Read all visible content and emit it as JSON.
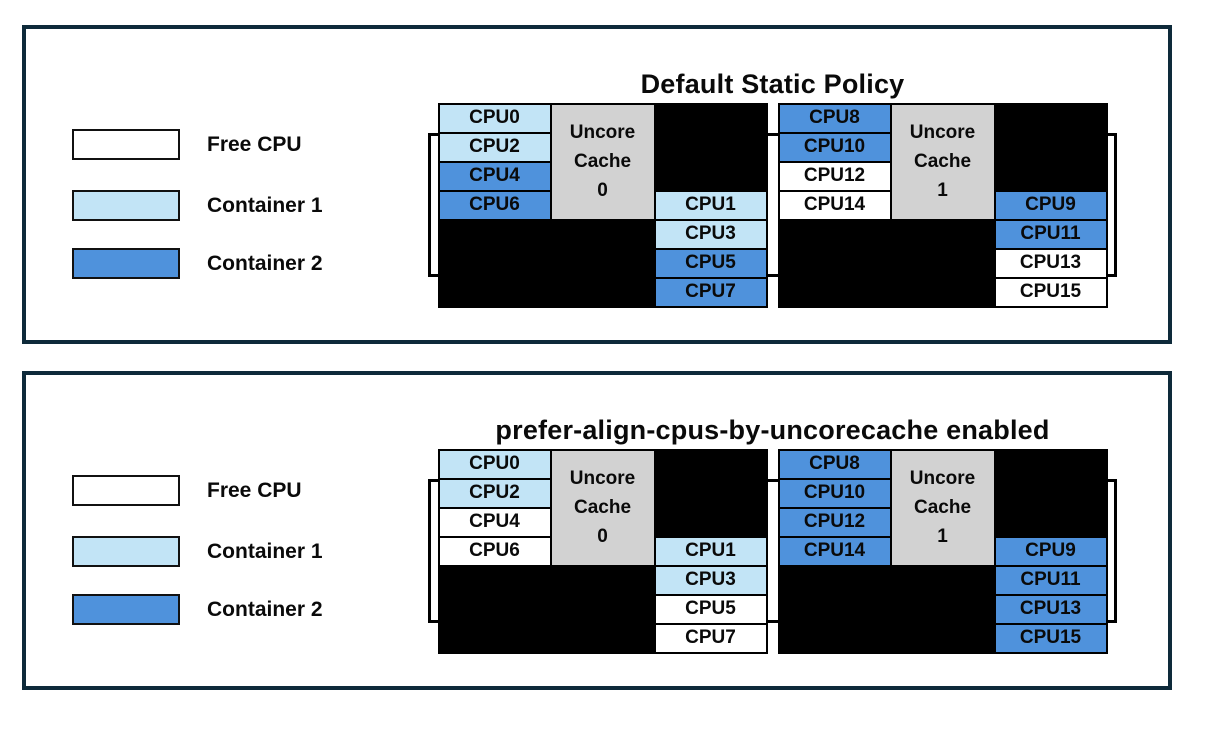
{
  "colors": {
    "free_cpu": "#ffffff",
    "container1": "#c2e4f6",
    "container2": "#4f92dc",
    "uncore_cache": "#d2d2d2",
    "panel_border": "#0e2a3a",
    "cell_border": "#000000"
  },
  "legend": {
    "items": [
      {
        "label": "Free CPU",
        "state": "free_cpu"
      },
      {
        "label": "Container 1",
        "state": "container1"
      },
      {
        "label": "Container 2",
        "state": "container2"
      }
    ]
  },
  "panels": [
    {
      "title": "Default Static Policy",
      "cache_groups": [
        {
          "cache_label": "Uncore\nCache\n0",
          "left_cpus": [
            {
              "label": "CPU0",
              "state": "container1"
            },
            {
              "label": "CPU2",
              "state": "container1"
            },
            {
              "label": "CPU4",
              "state": "container2"
            },
            {
              "label": "CPU6",
              "state": "container2"
            }
          ],
          "right_cpus": [
            {
              "label": "CPU1",
              "state": "container1"
            },
            {
              "label": "CPU3",
              "state": "container1"
            },
            {
              "label": "CPU5",
              "state": "container2"
            },
            {
              "label": "CPU7",
              "state": "container2"
            }
          ]
        },
        {
          "cache_label": "Uncore\nCache\n1",
          "left_cpus": [
            {
              "label": "CPU8",
              "state": "container2"
            },
            {
              "label": "CPU10",
              "state": "container2"
            },
            {
              "label": "CPU12",
              "state": "free_cpu"
            },
            {
              "label": "CPU14",
              "state": "free_cpu"
            }
          ],
          "right_cpus": [
            {
              "label": "CPU9",
              "state": "container2"
            },
            {
              "label": "CPU11",
              "state": "container2"
            },
            {
              "label": "CPU13",
              "state": "free_cpu"
            },
            {
              "label": "CPU15",
              "state": "free_cpu"
            }
          ]
        }
      ]
    },
    {
      "title": "prefer-align-cpus-by-uncorecache enabled",
      "cache_groups": [
        {
          "cache_label": "Uncore\nCache\n0",
          "left_cpus": [
            {
              "label": "CPU0",
              "state": "container1"
            },
            {
              "label": "CPU2",
              "state": "container1"
            },
            {
              "label": "CPU4",
              "state": "free_cpu"
            },
            {
              "label": "CPU6",
              "state": "free_cpu"
            }
          ],
          "right_cpus": [
            {
              "label": "CPU1",
              "state": "container1"
            },
            {
              "label": "CPU3",
              "state": "container1"
            },
            {
              "label": "CPU5",
              "state": "free_cpu"
            },
            {
              "label": "CPU7",
              "state": "free_cpu"
            }
          ]
        },
        {
          "cache_label": "Uncore\nCache\n1",
          "left_cpus": [
            {
              "label": "CPU8",
              "state": "container2"
            },
            {
              "label": "CPU10",
              "state": "container2"
            },
            {
              "label": "CPU12",
              "state": "container2"
            },
            {
              "label": "CPU14",
              "state": "container2"
            }
          ],
          "right_cpus": [
            {
              "label": "CPU9",
              "state": "container2"
            },
            {
              "label": "CPU11",
              "state": "container2"
            },
            {
              "label": "CPU13",
              "state": "container2"
            },
            {
              "label": "CPU15",
              "state": "container2"
            }
          ]
        }
      ]
    }
  ]
}
